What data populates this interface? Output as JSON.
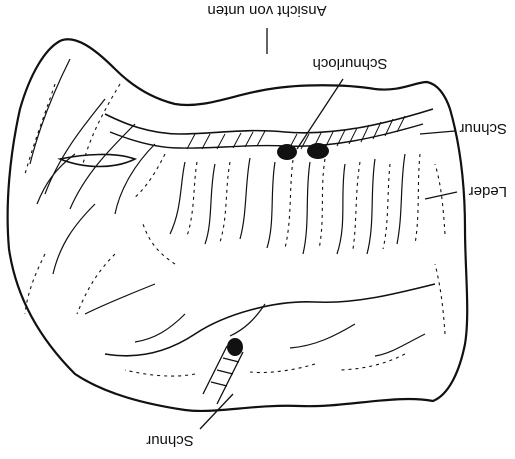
{
  "figure": {
    "orientation": "upside-down",
    "labels": {
      "view": "Ansicht von unten",
      "lace_hole": "Schnurloch",
      "lace_top": "Schnur",
      "leather": "Leder",
      "lace_bottom": "Schnur"
    }
  },
  "colors": {
    "ink": "#111111",
    "paper": "#ffffff"
  }
}
